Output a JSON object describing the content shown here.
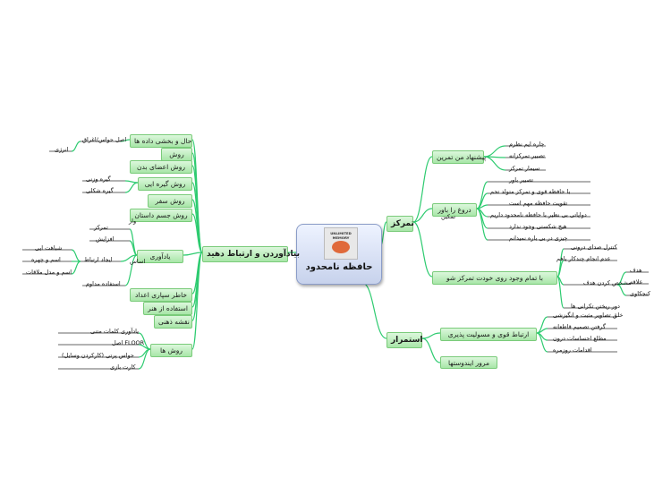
{
  "central": {
    "title": "حافظه نامحدود",
    "book_text": "UNLIMITED MEMORY"
  },
  "branches": {
    "focus": {
      "title": "تمرکز",
      "sub1": "پیشنهاد من تمرین",
      "sub1_items": [
        "چاره ایم نظرم",
        "تصبیر تمرکزانه",
        "سیمار تمرکز"
      ],
      "sub2": "دروغ را باور",
      "sub2_note": "تمکین",
      "sub2_items": [
        "تصبیر باور",
        "با حافظه قوی و تمرکز متولد تحم",
        "تقویت حافظه مهم است",
        "دواپاتی بی نظیر با حافظه نامحدود داریم",
        "هیچ شکستی وجود ندارد",
        "چیزی در بی باره نمیدانم"
      ],
      "sub3": "با تمام وجود روی خودت تمرکز شو",
      "sub3_items": [
        "کنترل صدای درونی",
        "عدم انجام چندکار باهم",
        "مشخص کردن هدف",
        "دور ریختن تکرانی ها"
      ],
      "sub3_goal_items": [
        "هدف",
        "علاقه",
        "کنجکاوی"
      ]
    },
    "continuity": {
      "title": "استمرار",
      "sub1": "ارتباط قوی و مسولیت پذیری",
      "sub1_items": [
        "خلق تصاویر مثبت و انگیزشی",
        "گرفتن تصمیم قاطعانه",
        "مطلع احساسات درون",
        "اقدامات روزمره"
      ],
      "sub2": "مرور ایندوستها"
    },
    "remember": {
      "title": "بیادآوردن و ارتباط دهید",
      "nodes": [
        "حال و بخشی داده ها",
        "روش",
        "روش اعضای بدن",
        "روش گیره ایی",
        "روش سفر",
        "روش جسم داستان",
        "یادآوری",
        "خاطر سپاری اعداد",
        "استفاده از هنر",
        "نقشه ذهنی",
        "روش ها"
      ],
      "leaf_senses": [
        "اصل حواس/اغراق",
        "انرژی"
      ],
      "leaf_hooks": [
        "گیره وزنی",
        "گیره شکلی"
      ],
      "leaf_recall": [
        "تمرکز",
        "افزایش",
        "ایجاد ارتباط",
        "شباهت ایی",
        "اسم و چهره",
        "اسم و مدل ملاقات",
        "استفاده مداوم"
      ],
      "leaf_recall_marks": [
        "وار",
        "اساس"
      ],
      "leaf_methods": [
        "یادآوری کلمات متنی",
        "اصل FLOOR",
        "(کارکردن وسایل) حواس پرتی",
        "کارت بازی"
      ]
    }
  },
  "colors": {
    "line": "#2ecb70",
    "node_top": "#dcf7dc",
    "node_bottom": "#a8e6a8"
  }
}
